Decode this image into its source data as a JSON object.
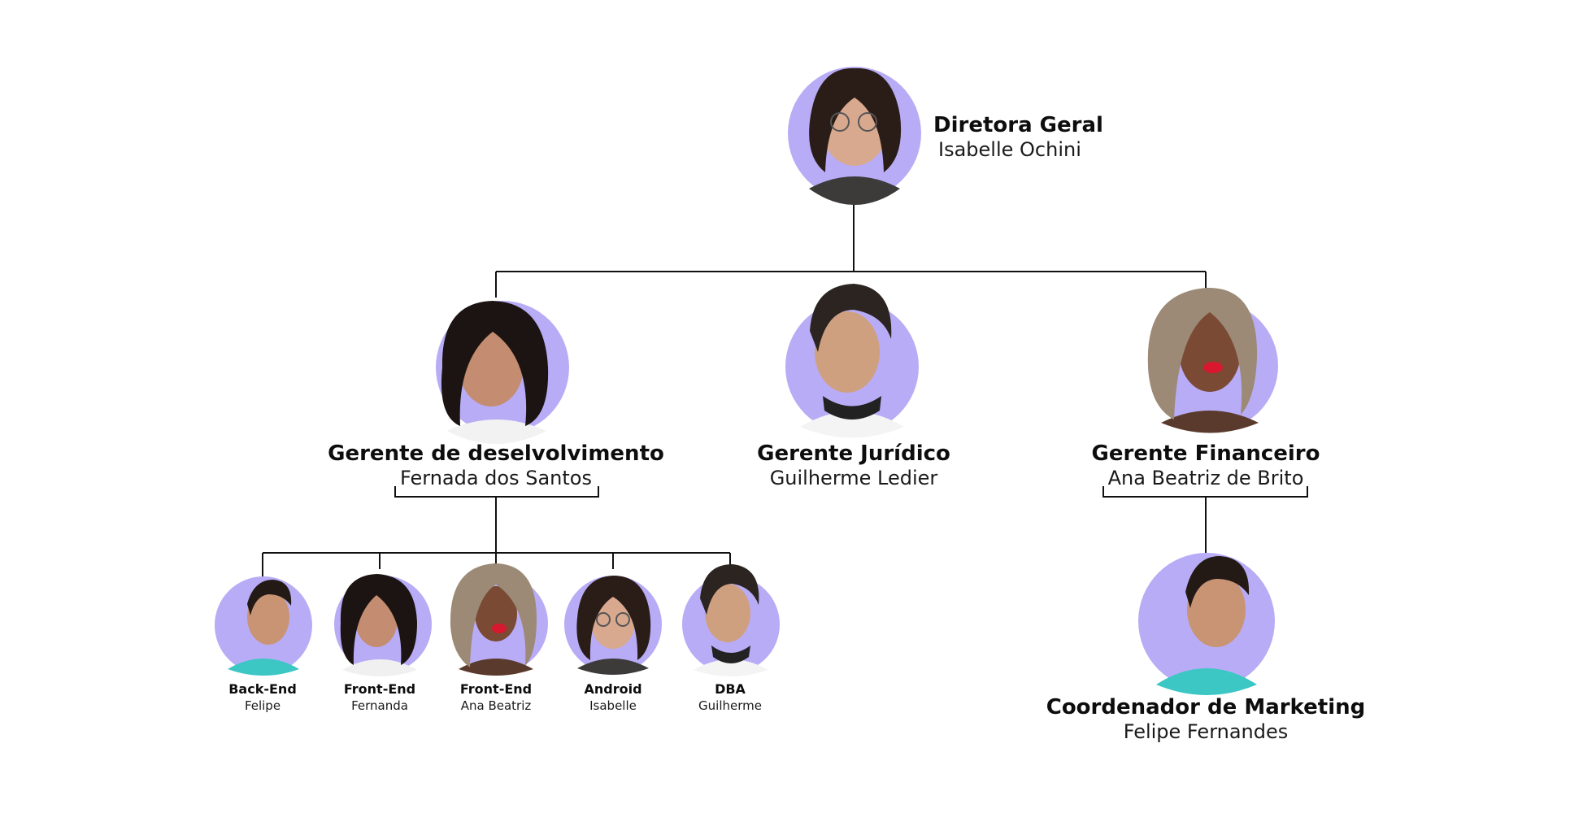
{
  "colors": {
    "accent": "#b8acf6",
    "line": "#111111"
  },
  "director": {
    "title": "Diretora Geral",
    "name": "Isabelle Ochini",
    "icon": "person-avatar-icon"
  },
  "managers": [
    {
      "title": "Gerente de deselvolvimento",
      "name": "Fernada dos Santos",
      "icon": "person-avatar-icon"
    },
    {
      "title": "Gerente Jurídico",
      "name": "Guilherme Ledier",
      "icon": "person-avatar-icon"
    },
    {
      "title": "Gerente Financeiro",
      "name": "Ana Beatriz de Brito",
      "icon": "person-avatar-icon"
    }
  ],
  "dev_team": [
    {
      "title": "Back-End",
      "name": "Felipe"
    },
    {
      "title": "Front-End",
      "name": "Fernanda"
    },
    {
      "title": "Front-End",
      "name": "Ana Beatriz"
    },
    {
      "title": "Android",
      "name": "Isabelle"
    },
    {
      "title": "DBA",
      "name": "Guilherme"
    }
  ],
  "finance_team": [
    {
      "title": "Coordenador de Marketing",
      "name": "Felipe Fernandes"
    }
  ]
}
